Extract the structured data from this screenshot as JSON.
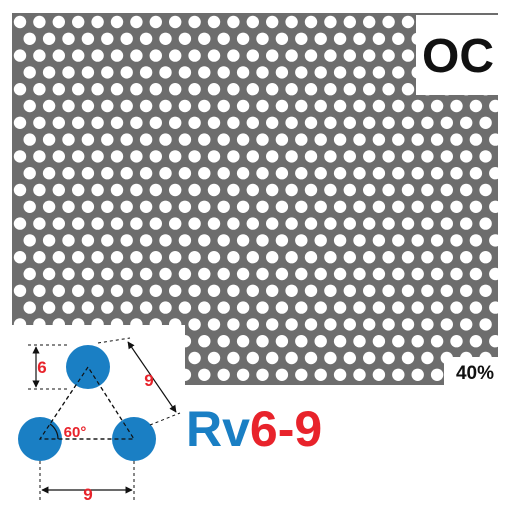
{
  "product": {
    "pattern_code": "OC",
    "open_area": "40%",
    "designation_prefix": "Rv",
    "designation_value": "6-9"
  },
  "diagram": {
    "hole_diameter": "6",
    "pitch_diagonal": "9",
    "angle": "60°",
    "pitch_horizontal": "9"
  },
  "colors": {
    "sheet": "#6d6d6d",
    "hole": "#ffffff",
    "circle_fill": "#1a7fc4",
    "dimension_red": "#e8232b",
    "prefix_blue": "#1a7fc4",
    "text_black": "#111111"
  }
}
